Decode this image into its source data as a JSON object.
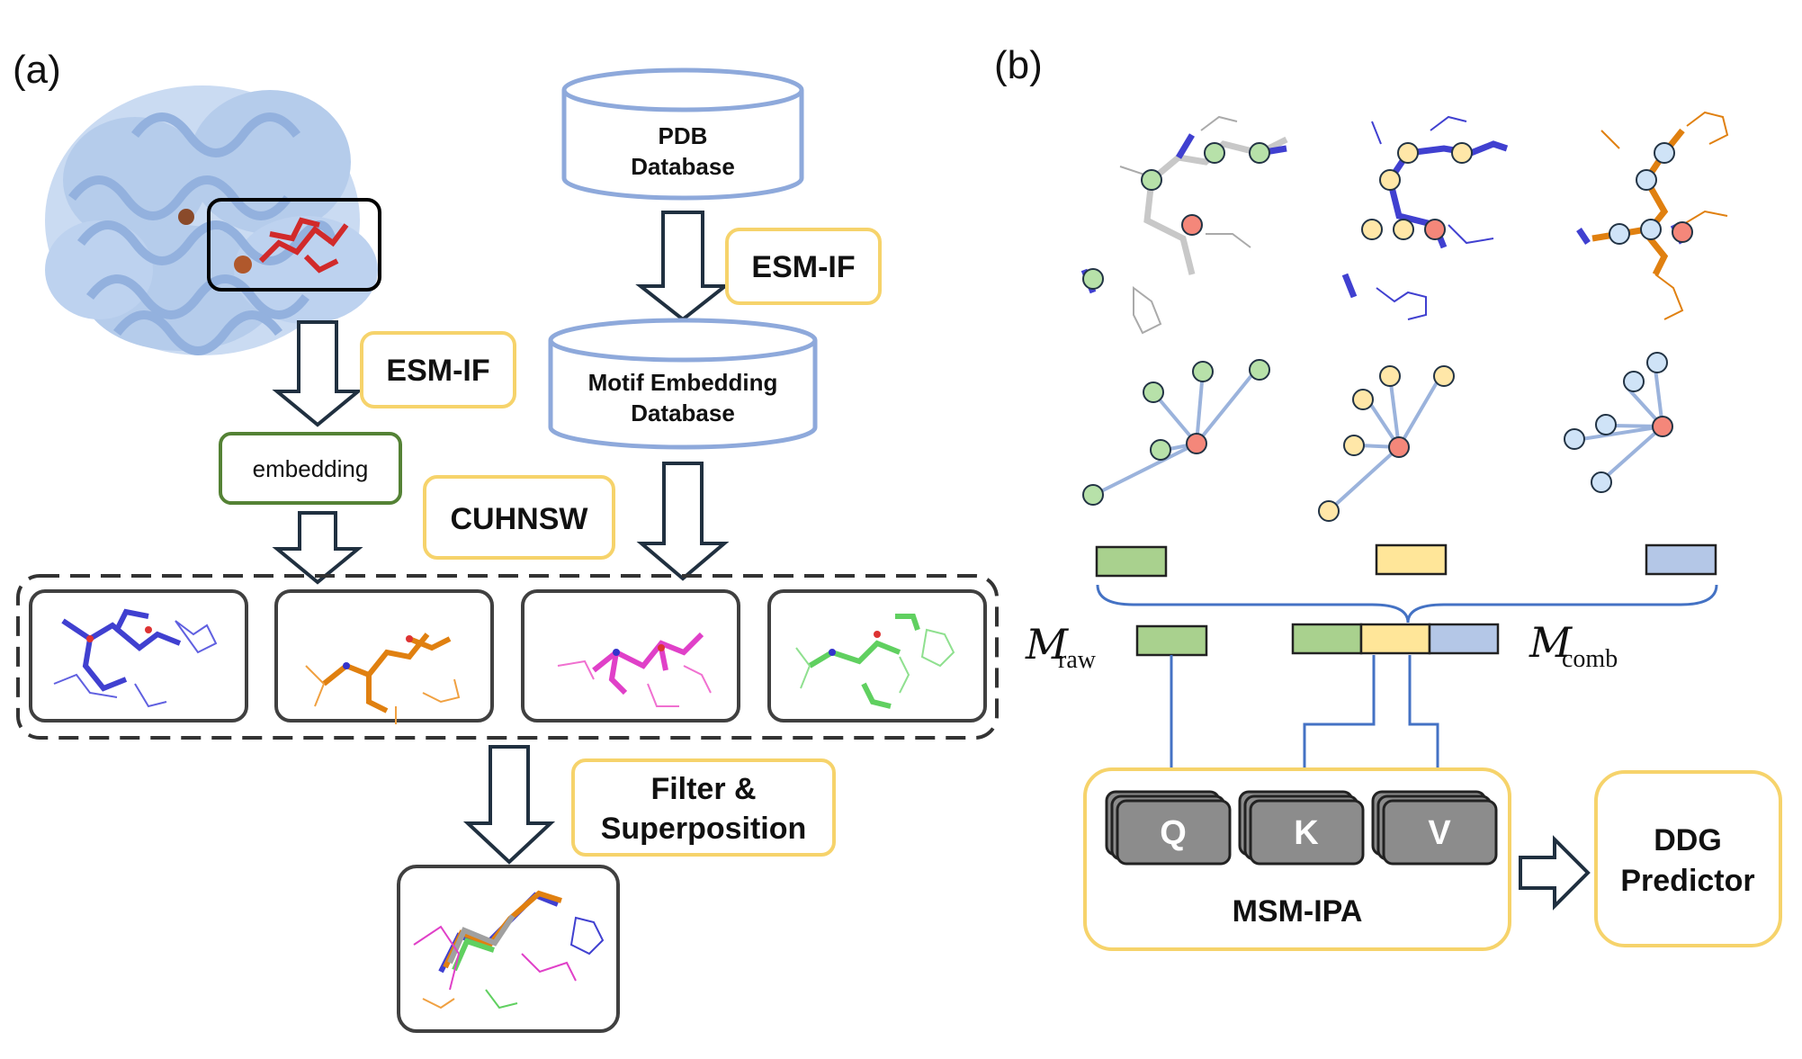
{
  "panels": {
    "a": "(a)",
    "b": "(b)"
  },
  "labels": {
    "pdb_db_line1": "PDB",
    "pdb_db_line2": "Database",
    "esm_if_top": "ESM-IF",
    "esm_if_left": "ESM-IF",
    "motif_db_line1": "Motif Embedding",
    "motif_db_line2": "Database",
    "embedding": "embedding",
    "cuhnsw": "CUHNSW",
    "filter_line1": "Filter &",
    "filter_line2": "Superposition",
    "m_raw_symbol": "M",
    "m_raw_sub": "raw",
    "m_comb_symbol": "M",
    "m_comb_sub": "comb",
    "q": "Q",
    "k": "K",
    "v": "V",
    "msm_ipa": "MSM-IPA",
    "ddg_line1": "DDG",
    "ddg_line2": "Predictor"
  },
  "colors": {
    "protein_blue": "#8fb3e0",
    "motif_red": "#d12a2a",
    "green_feature": "#a9d18e",
    "yellow_feature": "#ffe699",
    "blue_feature": "#b4c7e7",
    "yellow_border": "#f6d36b",
    "green_border": "#548235",
    "db_border": "#8ea9db",
    "arrow_dark": "#203040",
    "connector_blue": "#4472c4",
    "stick_blue": "#4040d0",
    "stick_orange": "#e08010",
    "stick_magenta": "#e040c8",
    "stick_green": "#60d060",
    "node_red": "#f4877a",
    "node_green": "#b7e1a9",
    "node_yellow": "#ffe7a8",
    "node_blue": "#cfe3f7"
  },
  "icons": [
    "protein-structure-icon",
    "database-cylinder-icon",
    "hollow-down-arrow-icon",
    "hollow-right-arrow-icon",
    "molecule-stick-icon",
    "graph-node-icon"
  ]
}
